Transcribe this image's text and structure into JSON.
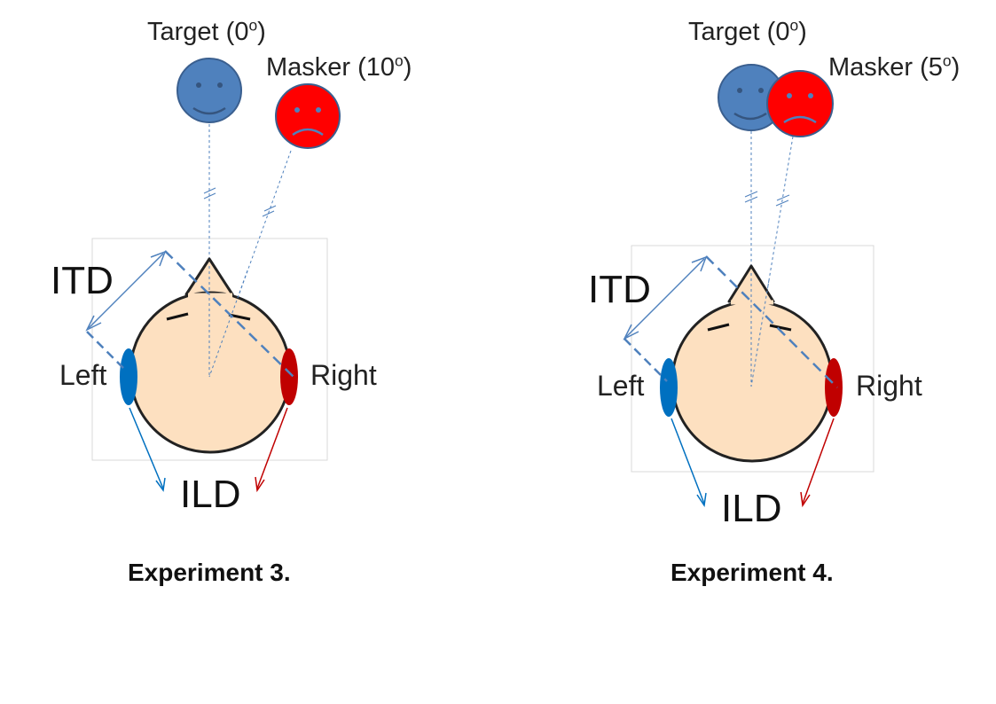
{
  "panels": [
    {
      "target_label": "Target (0",
      "target_deg_sup": "o",
      "target_close": ")",
      "masker_label": "Masker (10",
      "masker_deg_sup": "o",
      "masker_close": ")",
      "itd_label": "ITD",
      "ild_label": "ILD",
      "left_label": "Left",
      "right_label": "Right",
      "caption": "Experiment 3."
    },
    {
      "target_label": "Target (0",
      "target_deg_sup": "o",
      "target_close": ")",
      "masker_label": "Masker (5",
      "masker_deg_sup": "o",
      "masker_close": ")",
      "itd_label": "ITD",
      "ild_label": "ILD",
      "left_label": "Left",
      "right_label": "Right",
      "caption": "Experiment 4."
    }
  ],
  "colors": {
    "target_face": "#4f81bd",
    "masker_face": "#ff0000",
    "head_fill": "#fde0c0",
    "left_ear": "#0070c0",
    "right_ear": "#c00000",
    "line_blue": "#4f81bd"
  }
}
